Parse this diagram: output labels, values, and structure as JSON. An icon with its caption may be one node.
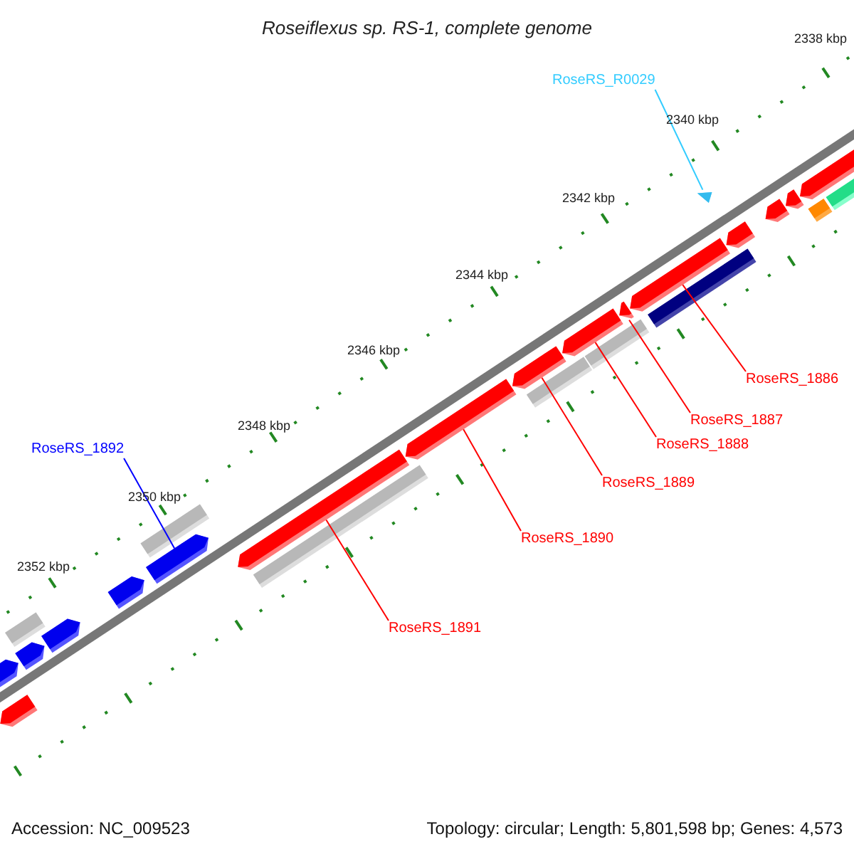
{
  "diagram": {
    "title": "Roseiflexus sp. RS-1, complete genome",
    "nodes": [
      {
        "text": [
          "RoseRS_R0029"
        ]
      },
      {
        "text": [
          "RoseRS_1886"
        ]
      },
      {
        "text": [
          "RoseRS_1887"
        ]
      },
      {
        "text": [
          "RoseRS_1888"
        ]
      },
      {
        "text": [
          "RoseRS_1892"
        ]
      },
      {
        "text": [
          "RoseRS_1889"
        ]
      },
      {
        "text": [
          "RoseRS_1890"
        ]
      },
      {
        "text": [
          "RoseRS_1891"
        ]
      },
      {
        "text": [],
        "shape": "pentagon"
      },
      {
        "text": [],
        "shape": "pentagon"
      },
      {
        "text": [],
        "shape": "bar"
      },
      {
        "text": [],
        "shape": "pentagon"
      },
      {
        "text": [],
        "shape": "pentagon"
      },
      {
        "text": [],
        "shape": "pentagon"
      },
      {
        "text": [],
        "shape": "bar"
      },
      {
        "text": [],
        "shape": "pentagon"
      },
      {
        "text": [],
        "shape": "pentagon"
      },
      {
        "text": [],
        "shape": "bar"
      },
      {
        "text": [],
        "shape": "pentagon"
      },
      {
        "text": [],
        "shape": "pentagon"
      },
      {
        "text": [],
        "shape": "bar"
      },
      {
        "text": [],
        "shape": "pentagon"
      },
      {
        "text": [],
        "shape": "bar"
      },
      {
        "text": [],
        "shape": "pentagon"
      },
      {
        "text": [],
        "shape": "pentagon"
      },
      {
        "text": [],
        "shape": "bar"
      },
      {
        "text": [],
        "shape": "pentagon"
      },
      {
        "text": [],
        "shape": "triangle"
      },
      {
        "text": [],
        "shape": "pentagon"
      },
      {
        "text": [],
        "shape": "pentagon"
      },
      {
        "text": [],
        "shape": "pentagon"
      },
      {
        "text": [],
        "shape": "bar"
      },
      {
        "text": [],
        "shape": "bar"
      }
    ],
    "edges": [
      {
        "from": 0,
        "to": 27,
        "arrow": "none",
        "color": "#33ccff"
      },
      {
        "from": 1,
        "to": 24,
        "arrow": "none"
      },
      {
        "from": 2,
        "to": 23,
        "arrow": "none"
      },
      {
        "from": 3,
        "to": 21,
        "arrow": "none"
      },
      {
        "from": 4,
        "to": 15,
        "arrow": "none",
        "color": "#0000ff"
      },
      {
        "from": 5,
        "to": 19,
        "arrow": "none"
      },
      {
        "from": 6,
        "to": 18,
        "arrow": "none"
      },
      {
        "from": 7,
        "to": 16,
        "arrow": "none"
      }
    ],
    "labels": [
      "2338 kbp",
      "2340 kbp",
      "2342 kbp",
      "2344 kbp",
      "2346 kbp",
      "2348 kbp",
      "2350 kbp",
      "2352 kbp",
      "Accession: NC_009523",
      "Topology: circular; Length: 5,801,598 bp; Genes: 4,573"
    ]
  }
}
